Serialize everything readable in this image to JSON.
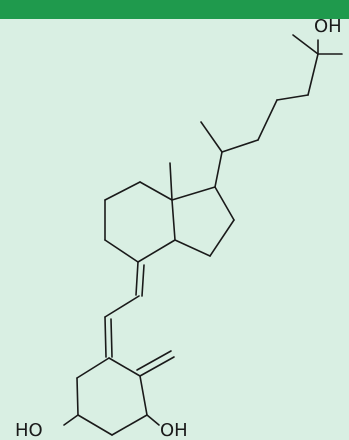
{
  "colors": {
    "background": "#d9efe3",
    "top_bar": "#1f9a4d",
    "ink": "#1a1a1a"
  },
  "structure": {
    "atom_labels": {
      "oh_top": "OH",
      "ho_bottom_left": "HO",
      "oh_bottom_right": "OH"
    }
  }
}
